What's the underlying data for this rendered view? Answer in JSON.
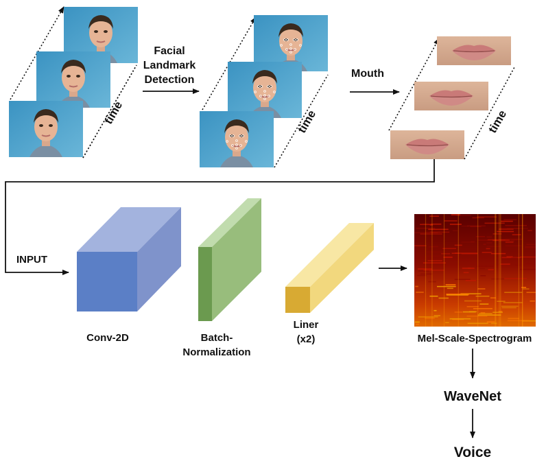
{
  "labels": {
    "facial_1": "Facial",
    "facial_2": "Landmark",
    "facial_3": "Detection",
    "mouth": "Mouth",
    "time_faces": "time",
    "time_landmarks": "time",
    "time_mouth": "time",
    "input": "INPUT",
    "conv": "Conv-2D",
    "batch_1": "Batch-",
    "batch_2": "Normalization",
    "liner_1": "Liner",
    "liner_2": "(x2)",
    "spectrogram": "Mel-Scale-Spectrogram",
    "wavenet": "WaveNet",
    "voice": "Voice"
  },
  "colors": {
    "conv_front": "#5b7fc6",
    "conv_side": "#7f93cb",
    "conv_top": "#a3b3de",
    "bn_front": "#6b9a4f",
    "bn_side": "#98bd7c",
    "bn_top": "#c1dcae",
    "liner_front": "#d8aa33",
    "liner_side": "#f2d87e",
    "liner_top": "#f8e7a4",
    "frame_bg": "#4aa3cc",
    "skin": "#e6b495",
    "lips": "#c97a78",
    "spectro_dark": "#3a0000",
    "spectro_hot": "#f0a000"
  }
}
